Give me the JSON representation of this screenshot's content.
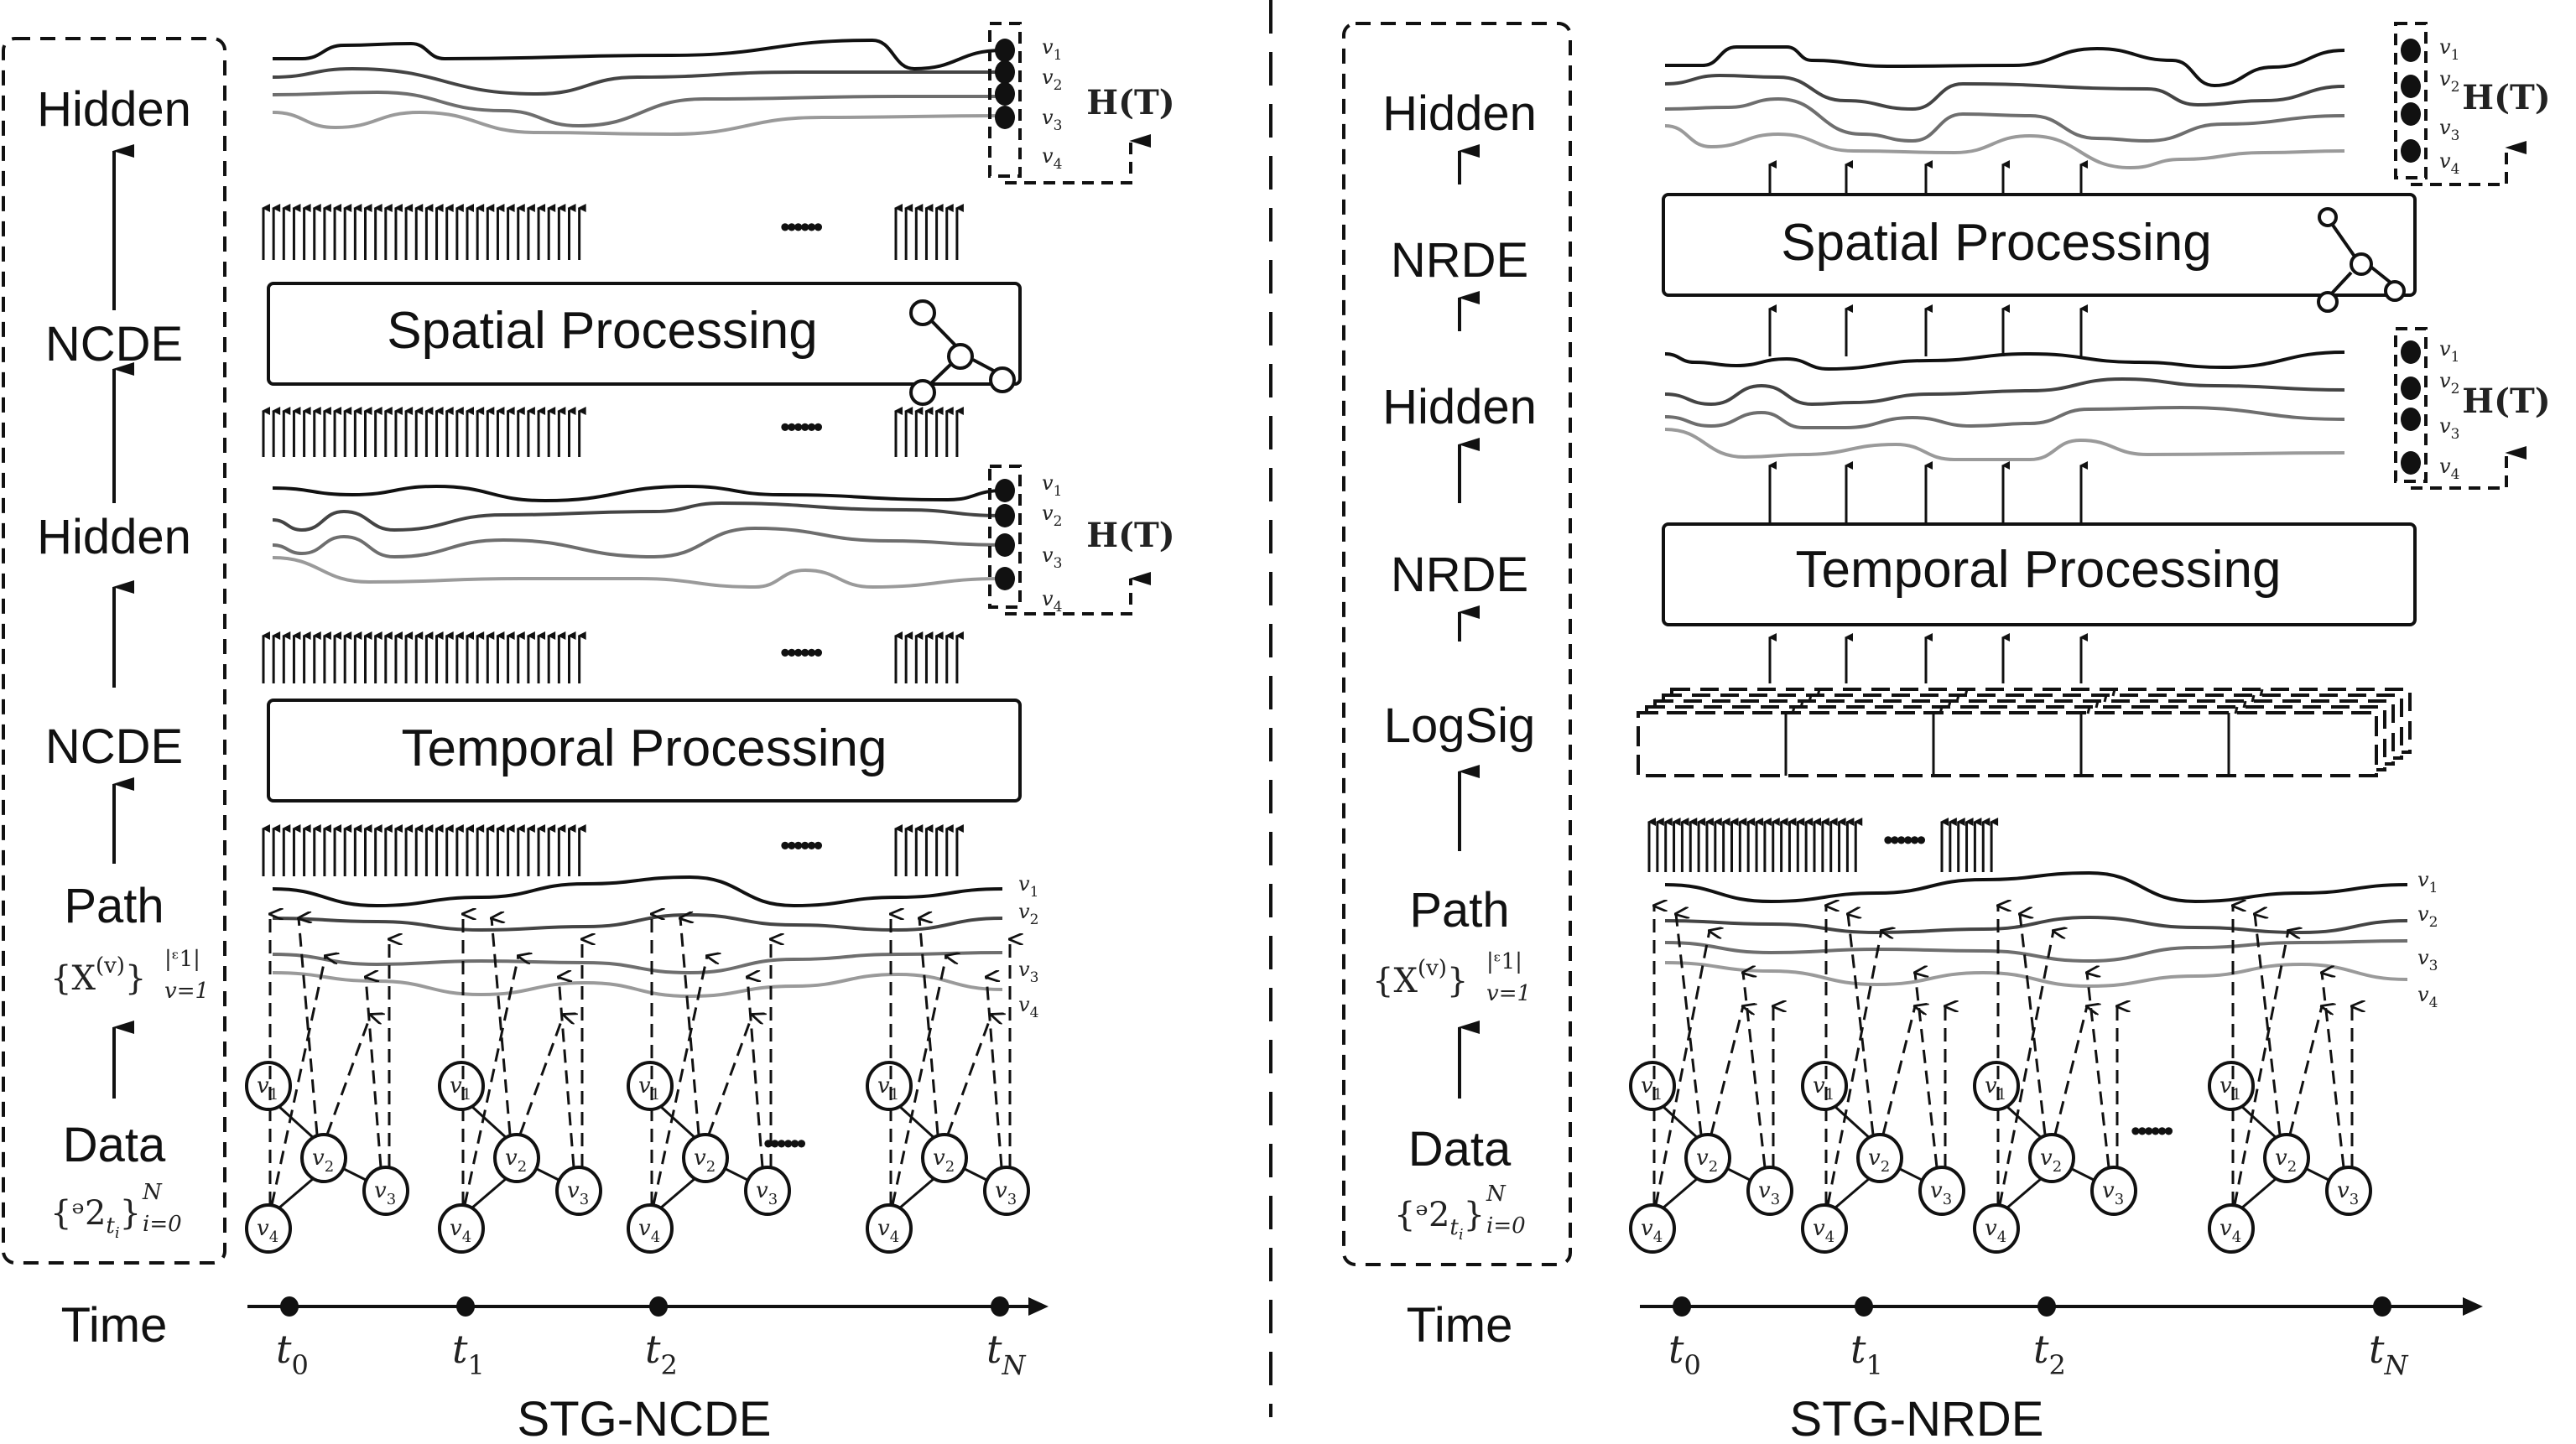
{
  "panels": [
    {
      "id": "ncde",
      "title": "STG-NCDE",
      "stages": [
        "Hidden",
        "NCDE",
        "Hidden",
        "NCDE",
        "Path",
        "Data"
      ],
      "time_label": "Time",
      "boxes": {
        "spatial": "Spatial Processing",
        "temporal": "Temporal Processing"
      },
      "path_math": {
        "base": "{X",
        "sup": "(v)",
        "close": "}",
        "upper": "|ᵋ1|",
        "lower": "v=1"
      },
      "data_math": {
        "base": "{ᵊ2",
        "sub": "t",
        "subsub": "i",
        "close": "}",
        "upper": "N",
        "lower": "i=0"
      },
      "hidden_output": "H(T)"
    },
    {
      "id": "nrde",
      "title": "STG-NRDE",
      "stages": [
        "Hidden",
        "NRDE",
        "Hidden",
        "NRDE",
        "LogSig",
        "Path",
        "Data"
      ],
      "time_label": "Time",
      "boxes": {
        "spatial": "Spatial Processing",
        "temporal": "Temporal Processing"
      },
      "path_math": {
        "base": "{X",
        "sup": "(v)",
        "close": "}",
        "upper": "|ᵋ1|",
        "lower": "v=1"
      },
      "data_math": {
        "base": "{ᵊ2",
        "sub": "t",
        "subsub": "i",
        "close": "}",
        "upper": "N",
        "lower": "i=0"
      },
      "hidden_output": "H(T)"
    }
  ],
  "node_labels": [
    "v1",
    "v2",
    "v3",
    "v4"
  ],
  "node_label_parts": [
    [
      "v",
      "1"
    ],
    [
      "v",
      "2"
    ],
    [
      "v",
      "3"
    ],
    [
      "v",
      "4"
    ]
  ],
  "time_points": [
    [
      "t",
      "0"
    ],
    [
      "t",
      "1"
    ],
    [
      "t",
      "2"
    ],
    [
      "t",
      "N"
    ]
  ],
  "ellipsis": "••••••",
  "series_colors": [
    "#111111",
    "#444444",
    "#6e6e6e",
    "#9a9a9a"
  ]
}
